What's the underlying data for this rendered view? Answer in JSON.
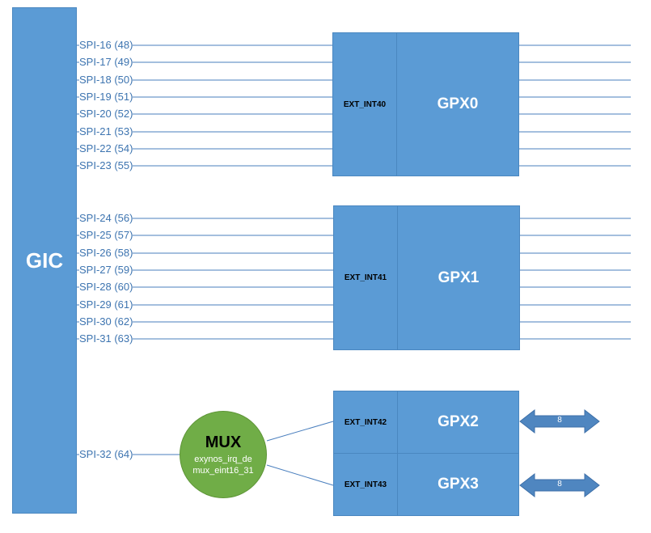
{
  "gic": {
    "label": "GIC"
  },
  "spi_lines": [
    "SPI-16 (48)",
    "SPI-17 (49)",
    "SPI-18 (50)",
    "SPI-19 (51)",
    "SPI-20 (52)",
    "SPI-21 (53)",
    "SPI-22 (54)",
    "SPI-23 (55)",
    "SPI-24 (56)",
    "SPI-25 (57)",
    "SPI-26 (58)",
    "SPI-27 (59)",
    "SPI-28 (60)",
    "SPI-29 (61)",
    "SPI-30 (62)",
    "SPI-31 (63)",
    "SPI-32 (64)"
  ],
  "blocks": {
    "gpx0": {
      "int": "EXT_INT40",
      "name": "GPX0"
    },
    "gpx1": {
      "int": "EXT_INT41",
      "name": "GPX1"
    },
    "gpx2": {
      "int": "EXT_INT42",
      "name": "GPX2"
    },
    "gpx3": {
      "int": "EXT_INT43",
      "name": "GPX3"
    }
  },
  "mux": {
    "title": "MUX",
    "subtitle": "exynos_irq_demux_eint16_31"
  },
  "arrows": {
    "gpx2_width": "8",
    "gpx3_width": "8"
  },
  "colors": {
    "block": "#5b9bd5",
    "line": "#5b9bd5",
    "mux": "#70ad47",
    "label": "#3d74b0"
  }
}
